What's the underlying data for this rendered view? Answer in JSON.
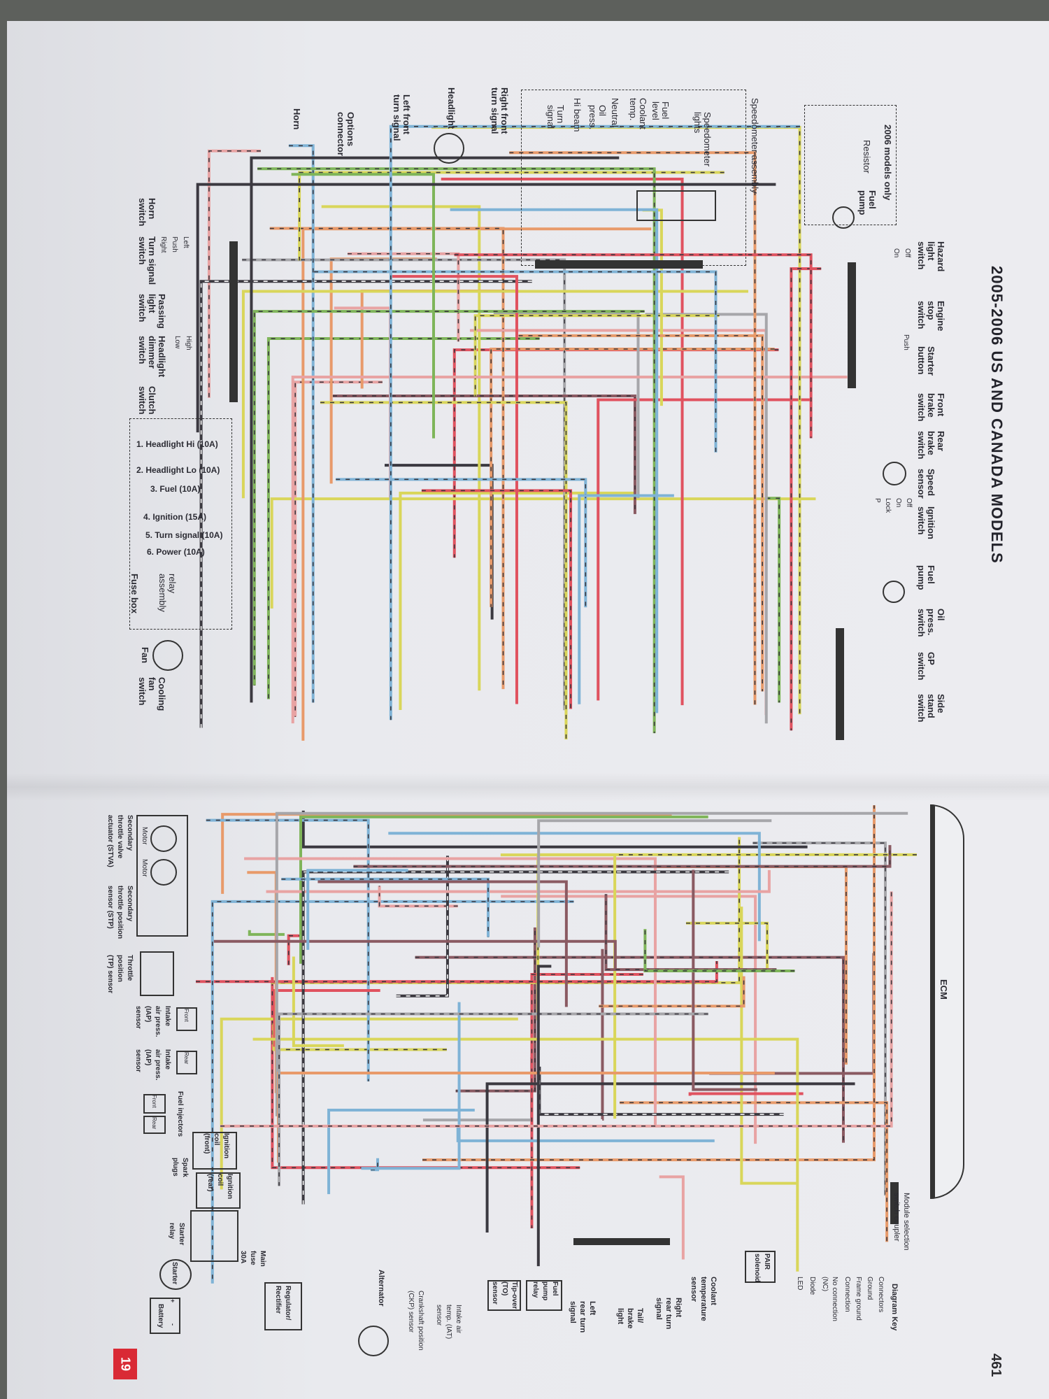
{
  "page": {
    "title": "2005-2006 US AND CANADA MODELS",
    "page_number": "461",
    "chapter_tab": "19"
  },
  "top_components": {
    "models_note": "2006 models only",
    "resistor": "Resistor",
    "fuel_pump_2006": "Fuel\npump",
    "hazard_switch": "Hazard\nlight\nswitch",
    "hazard_off": "Off",
    "hazard_on": "On",
    "engine_stop": "Engine\nstop\nswitch",
    "starter_button": "Starter\nbutton",
    "starter_push": "Push",
    "front_brake": "Front\nbrake\nswitch",
    "rear_brake": "Rear\nbrake\nswitch",
    "speed_sensor": "Speed\nsensor",
    "ignition_switch": "Ignition\nswitch",
    "ign_off": "Off",
    "ign_on": "On",
    "ign_lock": "Lock",
    "ign_p": "P",
    "fuel_pump": "Fuel\npump",
    "oil_press_switch": "Oil\npress.\nswitch",
    "gp_switch": "GP\nswitch",
    "side_stand": "Side\nstand\nswitch",
    "speedometer_assembly": "Speedometer assembly",
    "speedometer_lights": "Speedometer\nlights",
    "fuel_level": "Fuel\nlevel",
    "coolant_temp": "Coolant\ntemp.",
    "neutral": "Neutral",
    "oil_press": "Oil\npress.",
    "hi_beam": "Hi beam",
    "turn_signal": "Turn\nsignal",
    "right_front_turn": "Right front\nturn signal",
    "headlight": "Headlight",
    "left_front_turn": "Left front\nturn signal",
    "options_connector": "Options\nconnector",
    "horn": "Horn",
    "horn_switch": "Horn\nswitch",
    "turn_signal_switch": "Turn signal\nswitch",
    "ts_left": "Left",
    "ts_push": "Push",
    "ts_right": "Right",
    "passing_switch": "Passing\nlight\nswitch",
    "dimmer_switch": "Headlight\ndimmer\nswitch",
    "dim_high": "High",
    "dim_low": "Low",
    "clutch_switch": "Clutch\nswitch",
    "fan": "Fan",
    "cooling_fan_switch": "Cooling\nfan\nswitch"
  },
  "fuse_box": {
    "label": "Fuse box",
    "relay_assembly": "relay\nassembly",
    "fuses": [
      "1. Headlight Hi (10A)",
      "2. Headlight Lo (10A)",
      "3. Fuel (10A)",
      "4. Ignition (15A)",
      "5. Turn signal (10A)",
      "6. Power (10A)"
    ]
  },
  "bottom_components": {
    "ecm": "ECM",
    "module_selection": "Module selection\nswitch coupler",
    "pair_solenoid": "PAIR\nsolenoid",
    "coolant_sensor": "Coolant\ntemperature\nsensor",
    "right_rear_turn": "Right\nrear turn\nsignal",
    "tail_brake": "Tail/\nbrake\nlight",
    "left_rear_turn": "Left\nrear turn\nsignal",
    "fuel_pump_relay": "Fuel\npump\nrelay",
    "tip_over": "Tip-over\n(TO)\nsensor",
    "iat_sensor": "Intake air\ntemp. (IAT)\nsensor",
    "ckp_sensor": "Crankshaft position\n(CKP) sensor",
    "alternator": "Alternator",
    "regulator": "Regulator/\nRectifier",
    "battery": "Battery",
    "battery_plus": "+",
    "battery_minus": "-",
    "starter": "Starter",
    "starter_relay": "Starter\nrelay",
    "main_fuse": "Main\nfuse\n30A",
    "spark_plugs": "Spark\nplugs",
    "coil_front": "Ignition\ncoil\n(front)",
    "coil_rear": "Ignition\ncoil\n(rear)",
    "fuel_injectors": "Fuel injectors",
    "inj_front": "Front",
    "inj_rear": "Rear",
    "iap_front": "Intake\nair press.\n(IAP)\nsensor",
    "iap_rear": "Intake\nair press.\n(IAP)\nsensor",
    "iap_front_tag": "Front",
    "iap_rear_tag": "Rear",
    "tp_sensor": "Throttle\nposition\n(TP) sensor",
    "stp_sensor": "Secondary\nthrottle position\nsensor (STP)",
    "stva": "Secondary\nthrottle valve\nactuator (STVA)",
    "motor1": "Motor",
    "motor2": "Motor"
  },
  "diagram_key": {
    "title": "Diagram Key",
    "items": [
      "Connectors",
      "Ground",
      "Frame ground",
      "Connection",
      "No connection\n(NC)",
      "Diode",
      "LED"
    ]
  },
  "wire_colors": {
    "red": "#e0525f",
    "pink": "#e8a3a3",
    "orange": "#e89a6a",
    "yellow": "#d9d65a",
    "green": "#7fb55a",
    "blue": "#7fb3d6",
    "black": "#3b3940",
    "brown": "#8a5a62",
    "gray": "#a6a6aa"
  }
}
